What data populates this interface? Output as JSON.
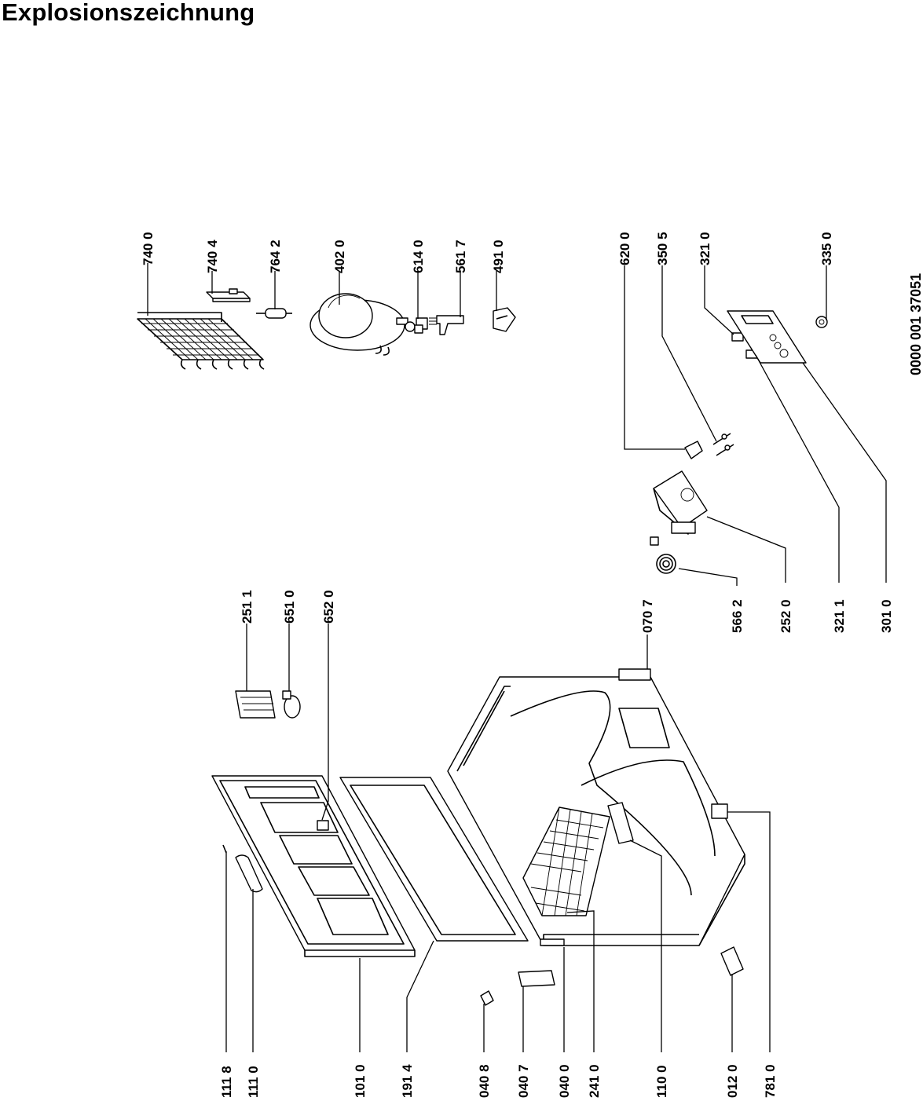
{
  "page": {
    "title": "Explosionszeichnung",
    "document_number": "0000 001 37051"
  },
  "part_labels": {
    "p7400": "740 0",
    "p7404": "740 4",
    "p7642": "764 2",
    "p4020": "402 0",
    "p6140": "614 0",
    "p5617": "561 7",
    "p4910": "491 0",
    "p6200": "620 0",
    "p3505": "350 5",
    "p3210": "321 0",
    "p3350": "335 0",
    "p2511": "251 1",
    "p6510": "651 0",
    "p6520": "652 0",
    "p0707": "070 7",
    "p5662": "566 2",
    "p2520": "252 0",
    "p3211": "321 1",
    "p3010": "301 0",
    "p1118": "111 8",
    "p1110": "111 0",
    "p1010": "101 0",
    "p1914": "191 4",
    "p0408": "040 8",
    "p0407": "040 7",
    "p0400": "040 0",
    "p2410": "241 0",
    "p1100": "110 0",
    "p0120": "012 0",
    "p7810": "781 0"
  }
}
